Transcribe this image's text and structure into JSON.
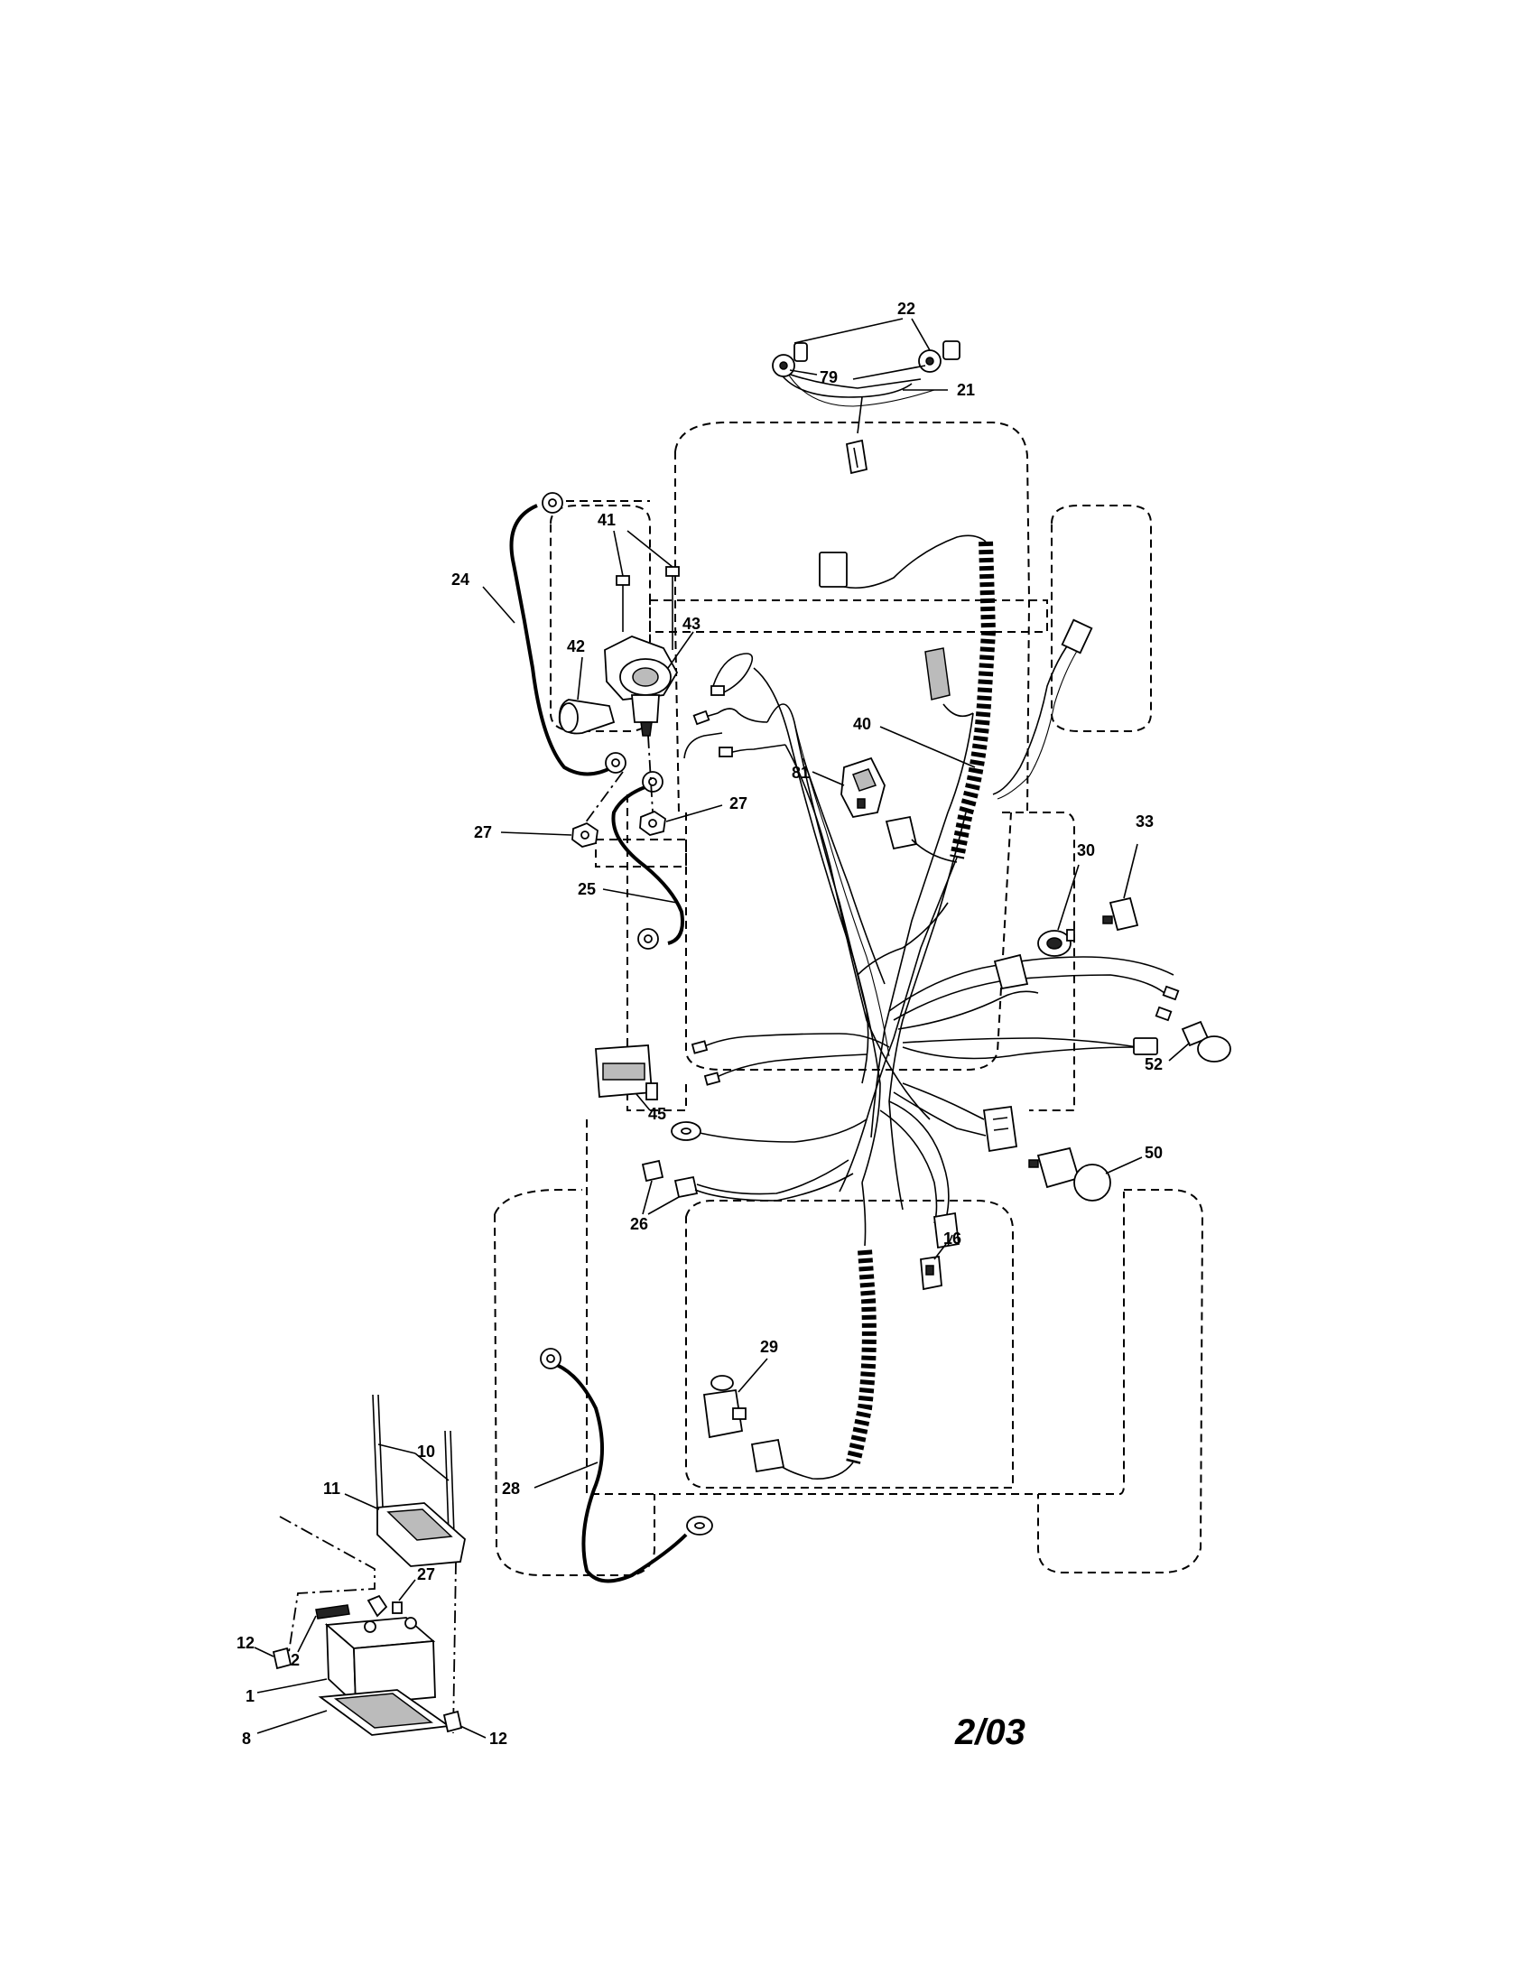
{
  "diagram": {
    "revision": "2/03",
    "callouts": {
      "c22": "22",
      "c79": "79",
      "c21": "21",
      "c41": "41",
      "c24": "24",
      "c43": "43",
      "c42": "42",
      "c40": "40",
      "c81": "81",
      "c27a": "27",
      "c27b": "27",
      "c33": "33",
      "c30": "30",
      "c25": "25",
      "c52": "52",
      "c45": "45",
      "c50": "50",
      "c26": "26",
      "c16": "16",
      "c29": "29",
      "c10": "10",
      "c28": "28",
      "c11": "11",
      "c27c": "27",
      "c12a": "12",
      "c2": "2",
      "c1": "1",
      "c8": "8",
      "c12b": "12"
    }
  }
}
